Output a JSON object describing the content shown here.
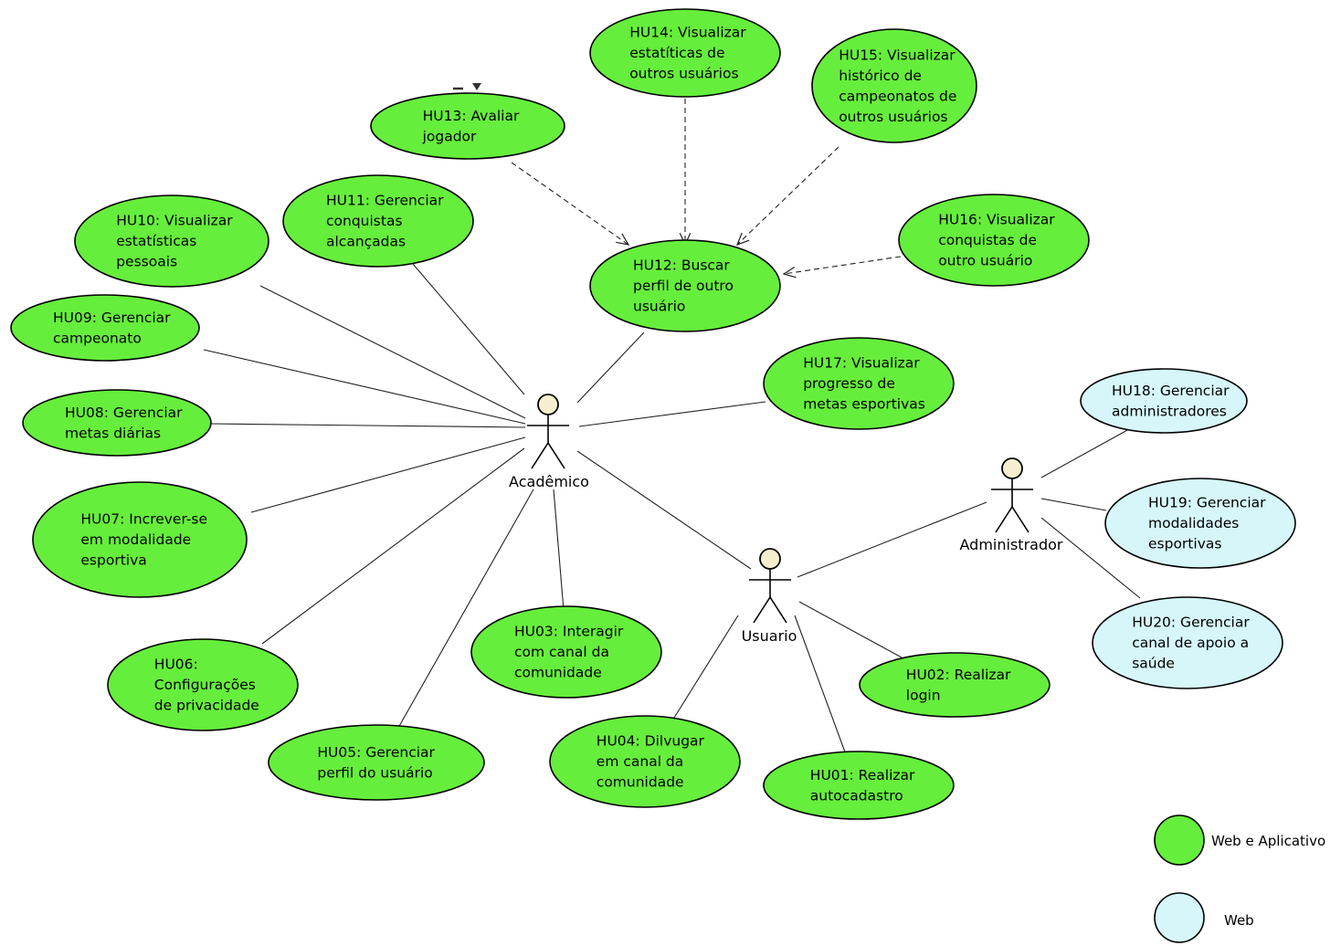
{
  "colors": {
    "web_app": "#66ee3c",
    "web": "#d6f6fa",
    "stroke": "#000000",
    "actor_head": "#f5efcf"
  },
  "actors": [
    {
      "id": "academico",
      "label": "Acadêmico"
    },
    {
      "id": "usuario",
      "label": "Usuario"
    },
    {
      "id": "administrador",
      "label": "Administrador"
    }
  ],
  "use_cases": [
    {
      "id": "hu01",
      "lines": [
        "HU01: Realizar",
        "autocadastro"
      ],
      "platform": "web_app"
    },
    {
      "id": "hu02",
      "lines": [
        "HU02: Realizar",
        "login"
      ],
      "platform": "web_app"
    },
    {
      "id": "hu03",
      "lines": [
        "HU03: Interagir",
        "com canal da",
        "comunidade"
      ],
      "platform": "web_app"
    },
    {
      "id": "hu04",
      "lines": [
        "HU04: Dilvugar",
        "em canal da",
        "comunidade"
      ],
      "platform": "web_app"
    },
    {
      "id": "hu05",
      "lines": [
        "HU05: Gerenciar",
        "perfil do usuário"
      ],
      "platform": "web_app"
    },
    {
      "id": "hu06",
      "lines": [
        "HU06:",
        "Configurações",
        "de privacidade"
      ],
      "platform": "web_app"
    },
    {
      "id": "hu07",
      "lines": [
        "HU07: Increver-se",
        "em modalidade",
        "esportiva"
      ],
      "platform": "web_app"
    },
    {
      "id": "hu08",
      "lines": [
        "HU08: Gerenciar",
        "metas diárias"
      ],
      "platform": "web_app"
    },
    {
      "id": "hu09",
      "lines": [
        "HU09: Gerenciar",
        "campeonato"
      ],
      "platform": "web_app"
    },
    {
      "id": "hu10",
      "lines": [
        "HU10: Visualizar",
        "estatísticas",
        "pessoais"
      ],
      "platform": "web_app"
    },
    {
      "id": "hu11",
      "lines": [
        "HU11: Gerenciar",
        "conquistas",
        "alcançadas"
      ],
      "platform": "web_app"
    },
    {
      "id": "hu12",
      "lines": [
        "HU12: Buscar",
        "perfil de outro",
        "usuário"
      ],
      "platform": "web_app"
    },
    {
      "id": "hu13",
      "lines": [
        "HU13: Avaliar",
        "jogador"
      ],
      "platform": "web_app"
    },
    {
      "id": "hu14",
      "lines": [
        "HU14: Visualizar",
        "estatíticas de",
        "outros usuários"
      ],
      "platform": "web_app"
    },
    {
      "id": "hu15",
      "lines": [
        "HU15: Visualizar",
        "histórico de",
        "campeonatos de",
        "outros usuários"
      ],
      "platform": "web_app"
    },
    {
      "id": "hu16",
      "lines": [
        "HU16: Visualizar",
        "conquistas de",
        "outro usuário"
      ],
      "platform": "web_app"
    },
    {
      "id": "hu17",
      "lines": [
        "HU17: Visualizar",
        "progresso de",
        "metas esportivas"
      ],
      "platform": "web_app"
    },
    {
      "id": "hu18",
      "lines": [
        "HU18: Gerenciar",
        "administradores"
      ],
      "platform": "web"
    },
    {
      "id": "hu19",
      "lines": [
        "HU19: Gerenciar",
        "modalidades",
        "esportivas"
      ],
      "platform": "web"
    },
    {
      "id": "hu20",
      "lines": [
        "HU20: Gerenciar",
        "canal de apoio a",
        "saúde"
      ],
      "platform": "web"
    }
  ],
  "associations": [
    [
      "academico",
      "hu03"
    ],
    [
      "academico",
      "hu05"
    ],
    [
      "academico",
      "hu06"
    ],
    [
      "academico",
      "hu07"
    ],
    [
      "academico",
      "hu08"
    ],
    [
      "academico",
      "hu09"
    ],
    [
      "academico",
      "hu10"
    ],
    [
      "academico",
      "hu11"
    ],
    [
      "academico",
      "hu12"
    ],
    [
      "academico",
      "hu17"
    ],
    [
      "academico",
      "usuario"
    ],
    [
      "usuario",
      "hu01"
    ],
    [
      "usuario",
      "hu02"
    ],
    [
      "usuario",
      "hu04"
    ],
    [
      "usuario",
      "administrador"
    ],
    [
      "administrador",
      "hu18"
    ],
    [
      "administrador",
      "hu19"
    ],
    [
      "administrador",
      "hu20"
    ]
  ],
  "dependencies": [
    [
      "hu13",
      "hu12"
    ],
    [
      "hu14",
      "hu12"
    ],
    [
      "hu15",
      "hu12"
    ],
    [
      "hu16",
      "hu12"
    ]
  ],
  "legend": [
    {
      "platform": "web_app",
      "label": "Web e Aplicativo"
    },
    {
      "platform": "web",
      "label": "Web"
    }
  ]
}
